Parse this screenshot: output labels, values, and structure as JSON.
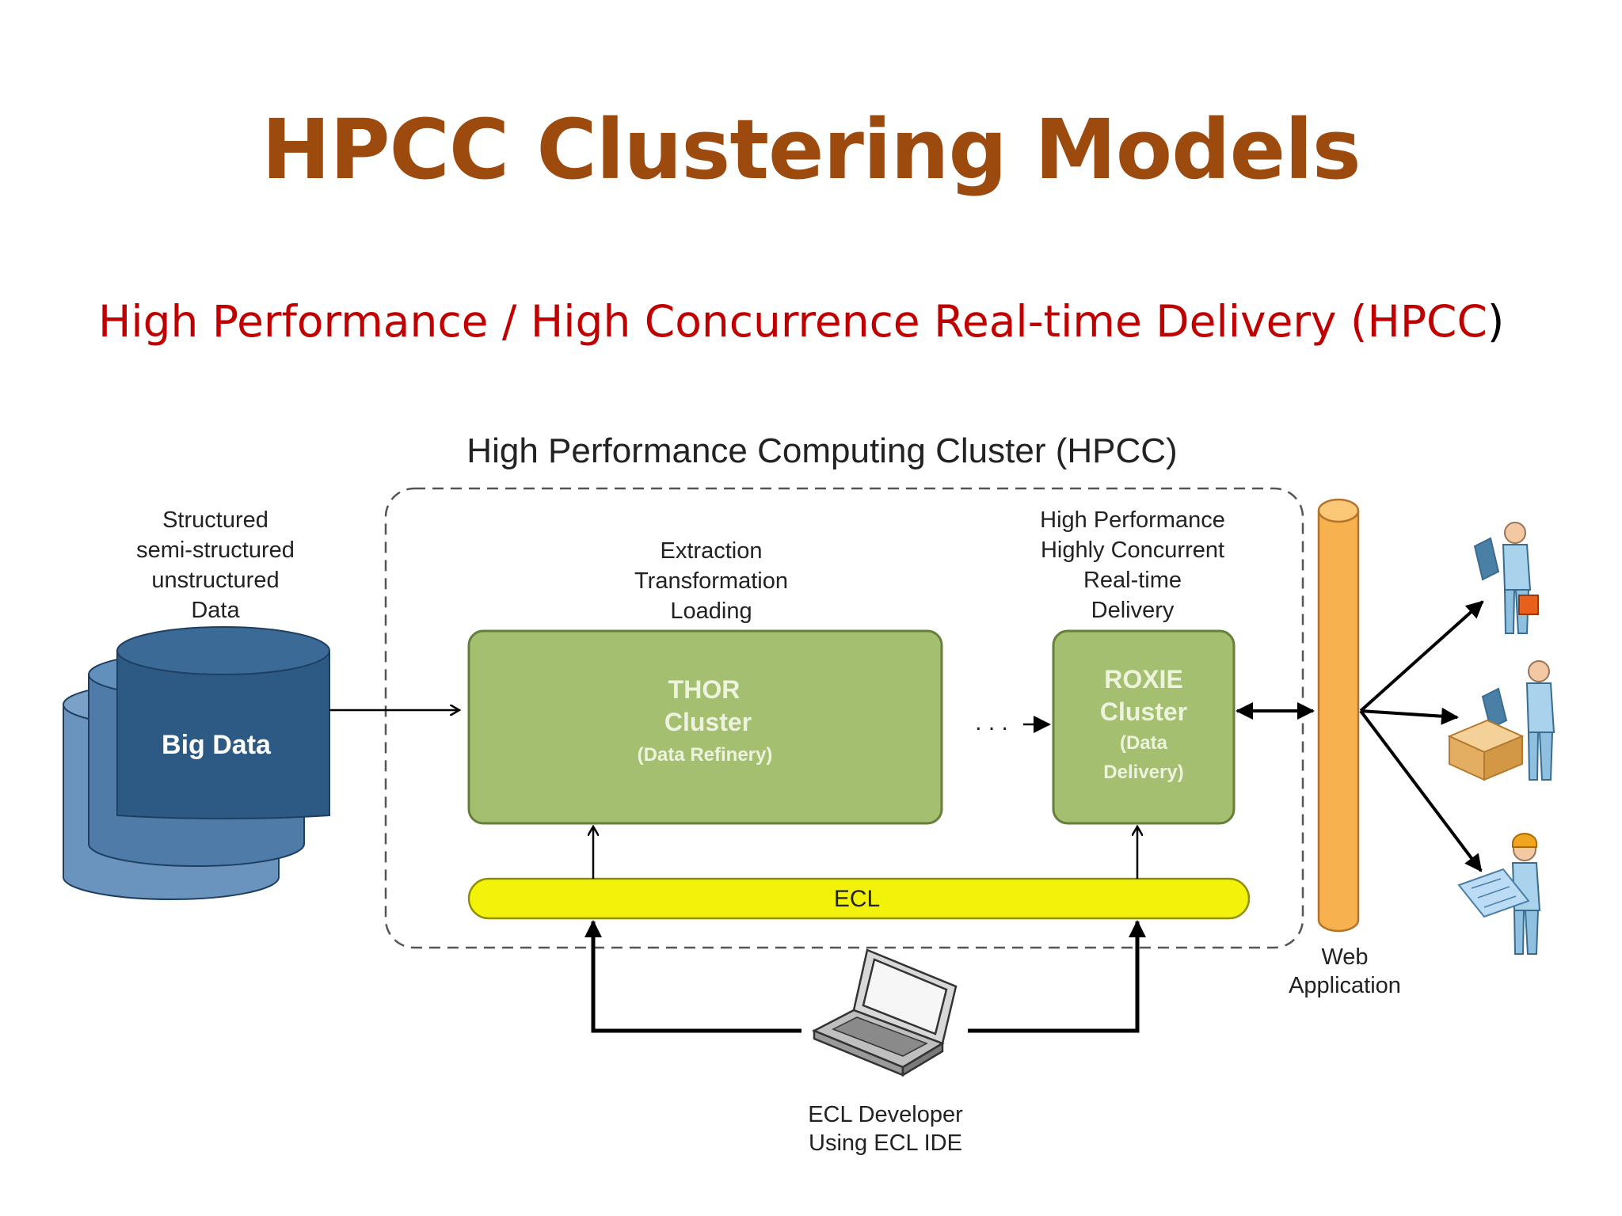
{
  "slide": {
    "title": "HPCC Clustering Models",
    "subtitle": "High Performance / High Concurrence Real-time Delivery (HPCC",
    "subtitle_close": ")"
  },
  "diagram": {
    "hpcc_title": "High Performance Computing Cluster (HPCC)",
    "data_caption": [
      "Structured",
      "semi-structured",
      "unstructured",
      "Data"
    ],
    "big_data_label": "Big Data",
    "etl_caption": [
      "Extraction",
      "Transformation",
      "Loading"
    ],
    "hpc_caption": [
      "High Performance",
      "Highly Concurrent",
      "Real-time",
      "Delivery"
    ],
    "thor": {
      "line1": "THOR",
      "line2": "Cluster",
      "line3": "(Data Refinery)"
    },
    "roxie": {
      "line1": "ROXIE",
      "line2": "Cluster",
      "line3": "(Data",
      "line4": "Delivery)"
    },
    "ellipsis": ". . .",
    "ecl_label": "ECL",
    "web_app_caption": [
      "Web",
      "Application"
    ],
    "developer_caption": [
      "ECL Developer",
      "Using ECL IDE"
    ],
    "colors": {
      "title": "#9c4a0e",
      "subtitle": "#c00000",
      "cylinder": "#2d5a84",
      "cluster_fill": "#a3bf6f",
      "ecl_bar": "#f2f20a",
      "web_pillar": "#f7b24f"
    }
  }
}
